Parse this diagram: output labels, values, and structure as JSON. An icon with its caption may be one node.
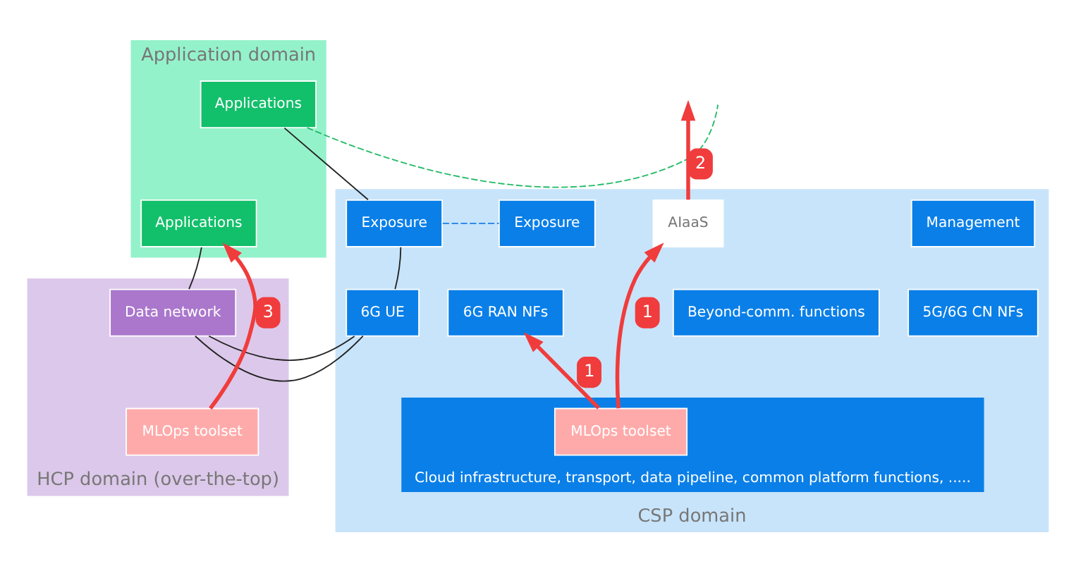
{
  "diagram": {
    "nodes": [
      {
        "text": [
          "Application domain"
        ]
      },
      {
        "text": [
          "Applications"
        ],
        "in": 0
      },
      {
        "text": [
          "Applications"
        ],
        "in": 0
      },
      {
        "text": [
          "CSP domain"
        ]
      },
      {
        "text": [
          "Exposure"
        ],
        "in": 3
      },
      {
        "text": [
          "6G UE"
        ],
        "in": 3
      },
      {
        "text": [
          "Exposure"
        ],
        "in": 3
      },
      {
        "text": [
          "AIaaS"
        ],
        "in": 3
      },
      {
        "text": [
          "Management"
        ],
        "in": 3
      },
      {
        "text": [
          "6G RAN NFs"
        ],
        "in": 3
      },
      {
        "text": [
          "5G/6G CN NFs"
        ],
        "in": 3
      },
      {
        "text": [
          "Beyond-comm. functions"
        ],
        "in": 3
      },
      {
        "text": [
          "Cloud infrastructure, transport, data pipeline, common platform functions, ....."
        ],
        "in": 3
      },
      {
        "text": [
          "MLOps toolset"
        ],
        "in": 12
      },
      {
        "text": [
          "HCP domain (over-the-top)"
        ]
      },
      {
        "text": [
          "Data network"
        ],
        "in": 14
      },
      {
        "text": [
          "MLOps toolset"
        ],
        "in": 14
      }
    ],
    "edges": [
      {
        "from": 1,
        "to": 4,
        "arrow": "none"
      },
      {
        "from": 4,
        "to": 5,
        "arrow": "none"
      },
      {
        "from": 5,
        "to": 15,
        "arrow": "none"
      },
      {
        "from": 15,
        "to": 2,
        "arrow": "none"
      },
      {
        "from": 4,
        "to": 6,
        "arrow": "none",
        "style": "dashed",
        "color": "#1a7de8"
      },
      {
        "from": 1,
        "to": null,
        "arrow": "none",
        "style": "dashed",
        "color": "#22bb66"
      },
      {
        "from": 13,
        "to": 9,
        "arrow": "to",
        "label": "1",
        "style": "thick",
        "color": "#f03c3c"
      },
      {
        "from": 13,
        "to": 7,
        "arrow": "to",
        "label": "1",
        "style": "thick",
        "color": "#f03c3c"
      },
      {
        "from": 7,
        "to": null,
        "arrow": "to",
        "label": "2",
        "style": "thick",
        "color": "#f03c3c"
      },
      {
        "from": 16,
        "to": 2,
        "arrow": "to",
        "label": "3",
        "style": "thick",
        "color": "#f03c3c"
      }
    ]
  }
}
